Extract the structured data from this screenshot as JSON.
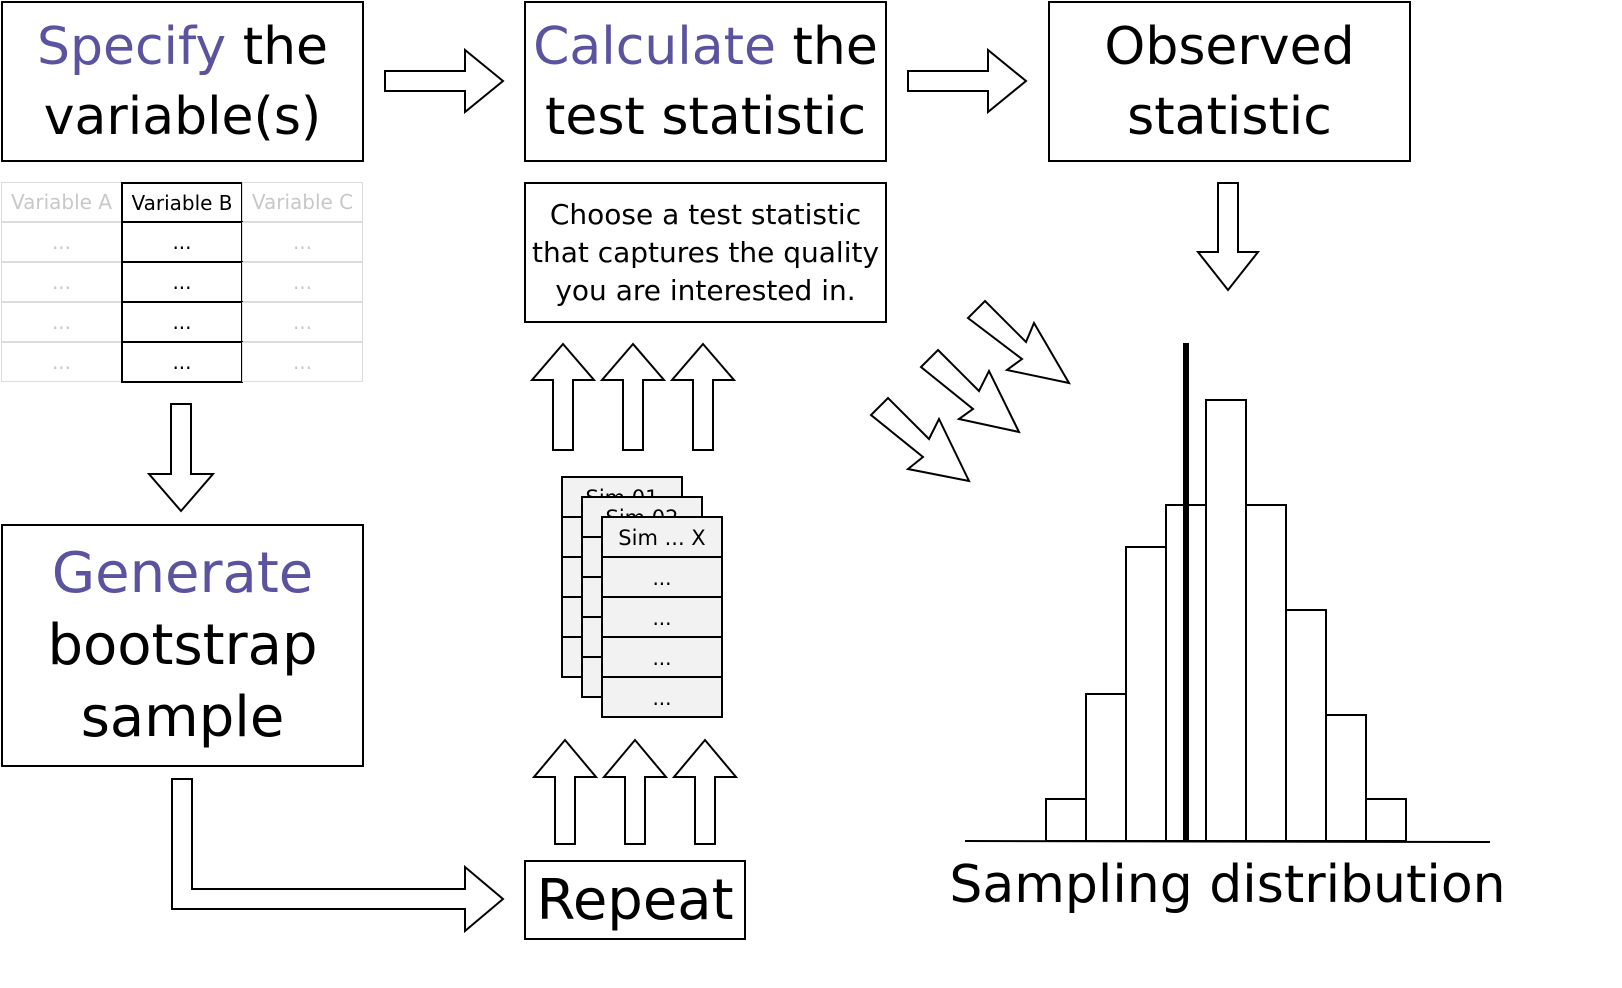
{
  "steps": {
    "specify": {
      "accent": "Specify",
      "rest": " the",
      "line2": "variable(s)"
    },
    "calculate": {
      "accent": "Calculate",
      "rest": " the",
      "line2": "test statistic"
    },
    "observed": {
      "line1": "Observed",
      "line2": "statistic"
    },
    "generate": {
      "accent": "Generate",
      "line2": "bootstrap",
      "line3": "sample"
    },
    "repeat": {
      "label": "Repeat"
    }
  },
  "note": {
    "line1": "Choose a test statistic",
    "line2": "that captures the quality",
    "line3": "you are interested in."
  },
  "variables_table": {
    "columns": [
      "Variable A",
      "Variable B",
      "Variable C"
    ],
    "selected_column": 1,
    "cell_text": "..."
  },
  "simulations": {
    "labels": [
      "Sim 01",
      "Sim 02",
      "Sim ... X"
    ],
    "cell_text": "..."
  },
  "distribution": {
    "label": "Sampling distribution",
    "bin_counts": [
      1,
      3.5,
      7,
      8,
      10.5,
      8,
      5.5,
      3,
      1
    ],
    "observed_bin_position": 3.5
  },
  "colors": {
    "accent": "#5b53a0",
    "faded": "#c8c8c8",
    "sim_bg": "#f2f2f2"
  }
}
